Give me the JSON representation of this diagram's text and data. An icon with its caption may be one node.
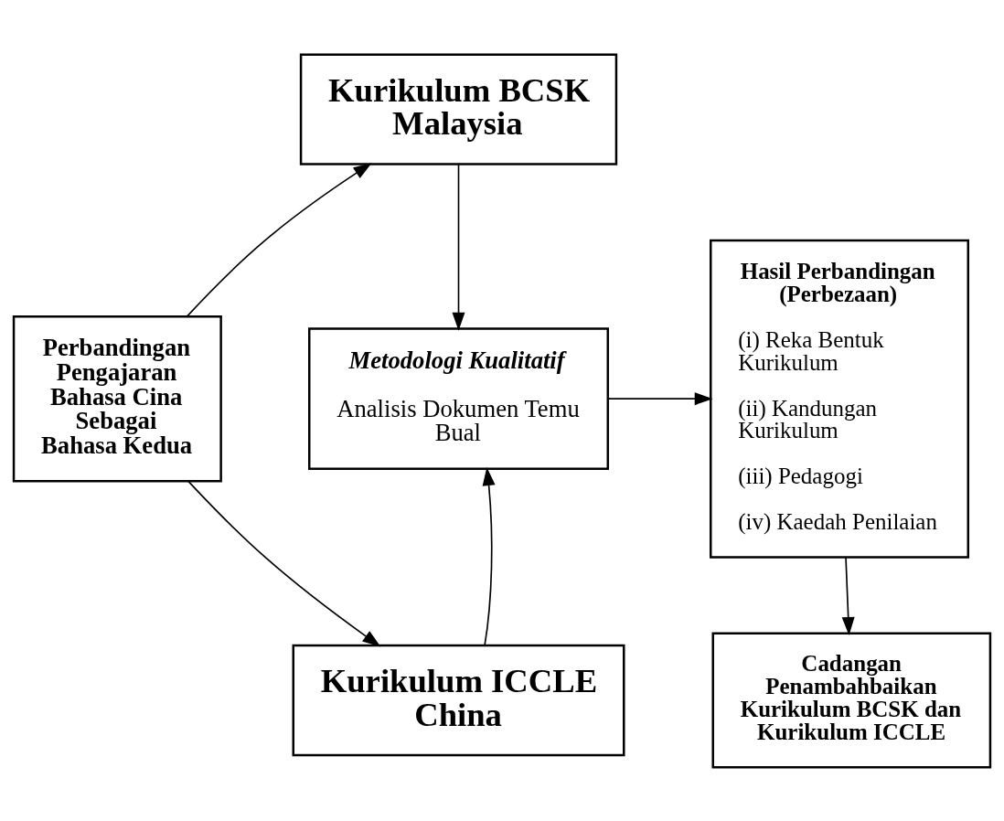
{
  "diagram": {
    "nodes": [
      {
        "text": [
          "Kurikulum BCSK Malaysia"
        ]
      },
      {
        "text": [
          "Perbandingan Pengajaran Bahasa Cina Sebagai Bahasa Kedua"
        ]
      },
      {
        "text": [
          "Metodologi Kualitatif",
          "Analisis Dokumen Temu Bual"
        ]
      },
      {
        "text": [
          "Hasil Perbandingan (Perbezaan)",
          "(i) Reka Bentuk Kurikulum",
          "(ii) Kandungan Kurikulum",
          "(iii) Pedagogi",
          "(iv) Kaedah Penilaian"
        ]
      },
      {
        "text": [
          "Kurikulum ICCLE China"
        ]
      },
      {
        "text": [
          "Cadangan Penambahbaikan Kurikulum BCSK dan Kurikulum ICCLE"
        ]
      }
    ],
    "edges": [
      {
        "from": 1,
        "to": 0,
        "arrow": "to"
      },
      {
        "from": 1,
        "to": 4,
        "arrow": "to"
      },
      {
        "from": 0,
        "to": 2,
        "arrow": "to"
      },
      {
        "from": 4,
        "to": 2,
        "arrow": "to"
      },
      {
        "from": 2,
        "to": 3,
        "arrow": "to"
      },
      {
        "from": 3,
        "to": 5,
        "arrow": "to"
      }
    ]
  }
}
